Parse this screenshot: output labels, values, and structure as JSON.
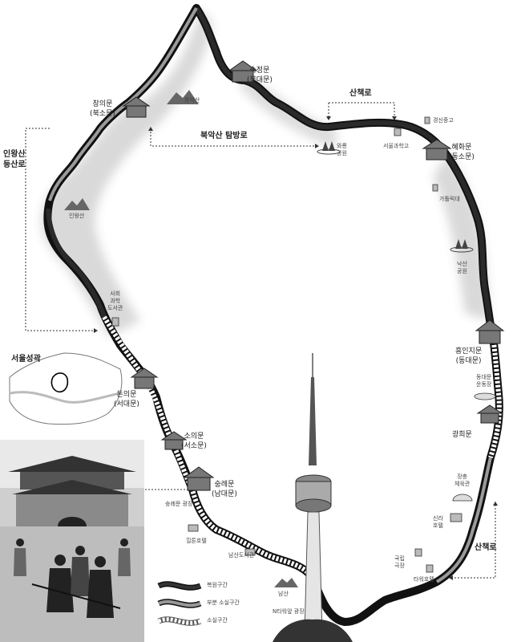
{
  "gates": {
    "sukjeongmun": "숙정문\n(북대문)",
    "changuimun": "창의문\n(북소문)",
    "hyehwamun": "혜화문\n(동소문)",
    "heunginjimun": "흥인지문\n(동대문)",
    "gwanghuimun": "광희문",
    "donuimun": "돈의문\n(서대문)",
    "souimun": "소의문\n(서소문)",
    "sungnyemun": "숭례문\n(남대문)"
  },
  "mountains": {
    "bugaksan": "북악산",
    "inwangsan": "인왕산",
    "namsan": "남산"
  },
  "routes": {
    "bugaksan_trail": "북악산 탐방로",
    "inwangsan_trail": "인왕산\n등산로",
    "walkway_top": "산책로",
    "walkway_right": "산책로"
  },
  "landmarks": {
    "waryong_park": "와룡\n공원",
    "seoul_science_hs": "서울과학고",
    "gyeongsin_hs": "경신중고",
    "catholic_univ": "가톨릭대",
    "naksan_park": "낙산\n공원",
    "social_science_library": "사회\n과학\n도서관",
    "dongdaemun_stadium": "동대문\n운동장",
    "jangchung_gym": "장충\n체육관",
    "shilla_hotel": "신라\n호텔",
    "national_theater": "국립\n극장",
    "tower_hotel": "타워호텔",
    "hilton_hotel": "힐튼호텔",
    "namsan_library": "남산도서관",
    "sungnyemun_plaza": "숭례문 광장",
    "ntower_plaza": "N타워앞 광장"
  },
  "inset": {
    "title": "서울성곽"
  },
  "legend": [
    {
      "label": "복원구간",
      "pattern": "restored",
      "color": "#111111"
    },
    {
      "label": "부분 소실구간",
      "pattern": "partial",
      "color": "#888888"
    },
    {
      "label": "소실구간",
      "pattern": "lost",
      "color": "#ffffff"
    }
  ]
}
